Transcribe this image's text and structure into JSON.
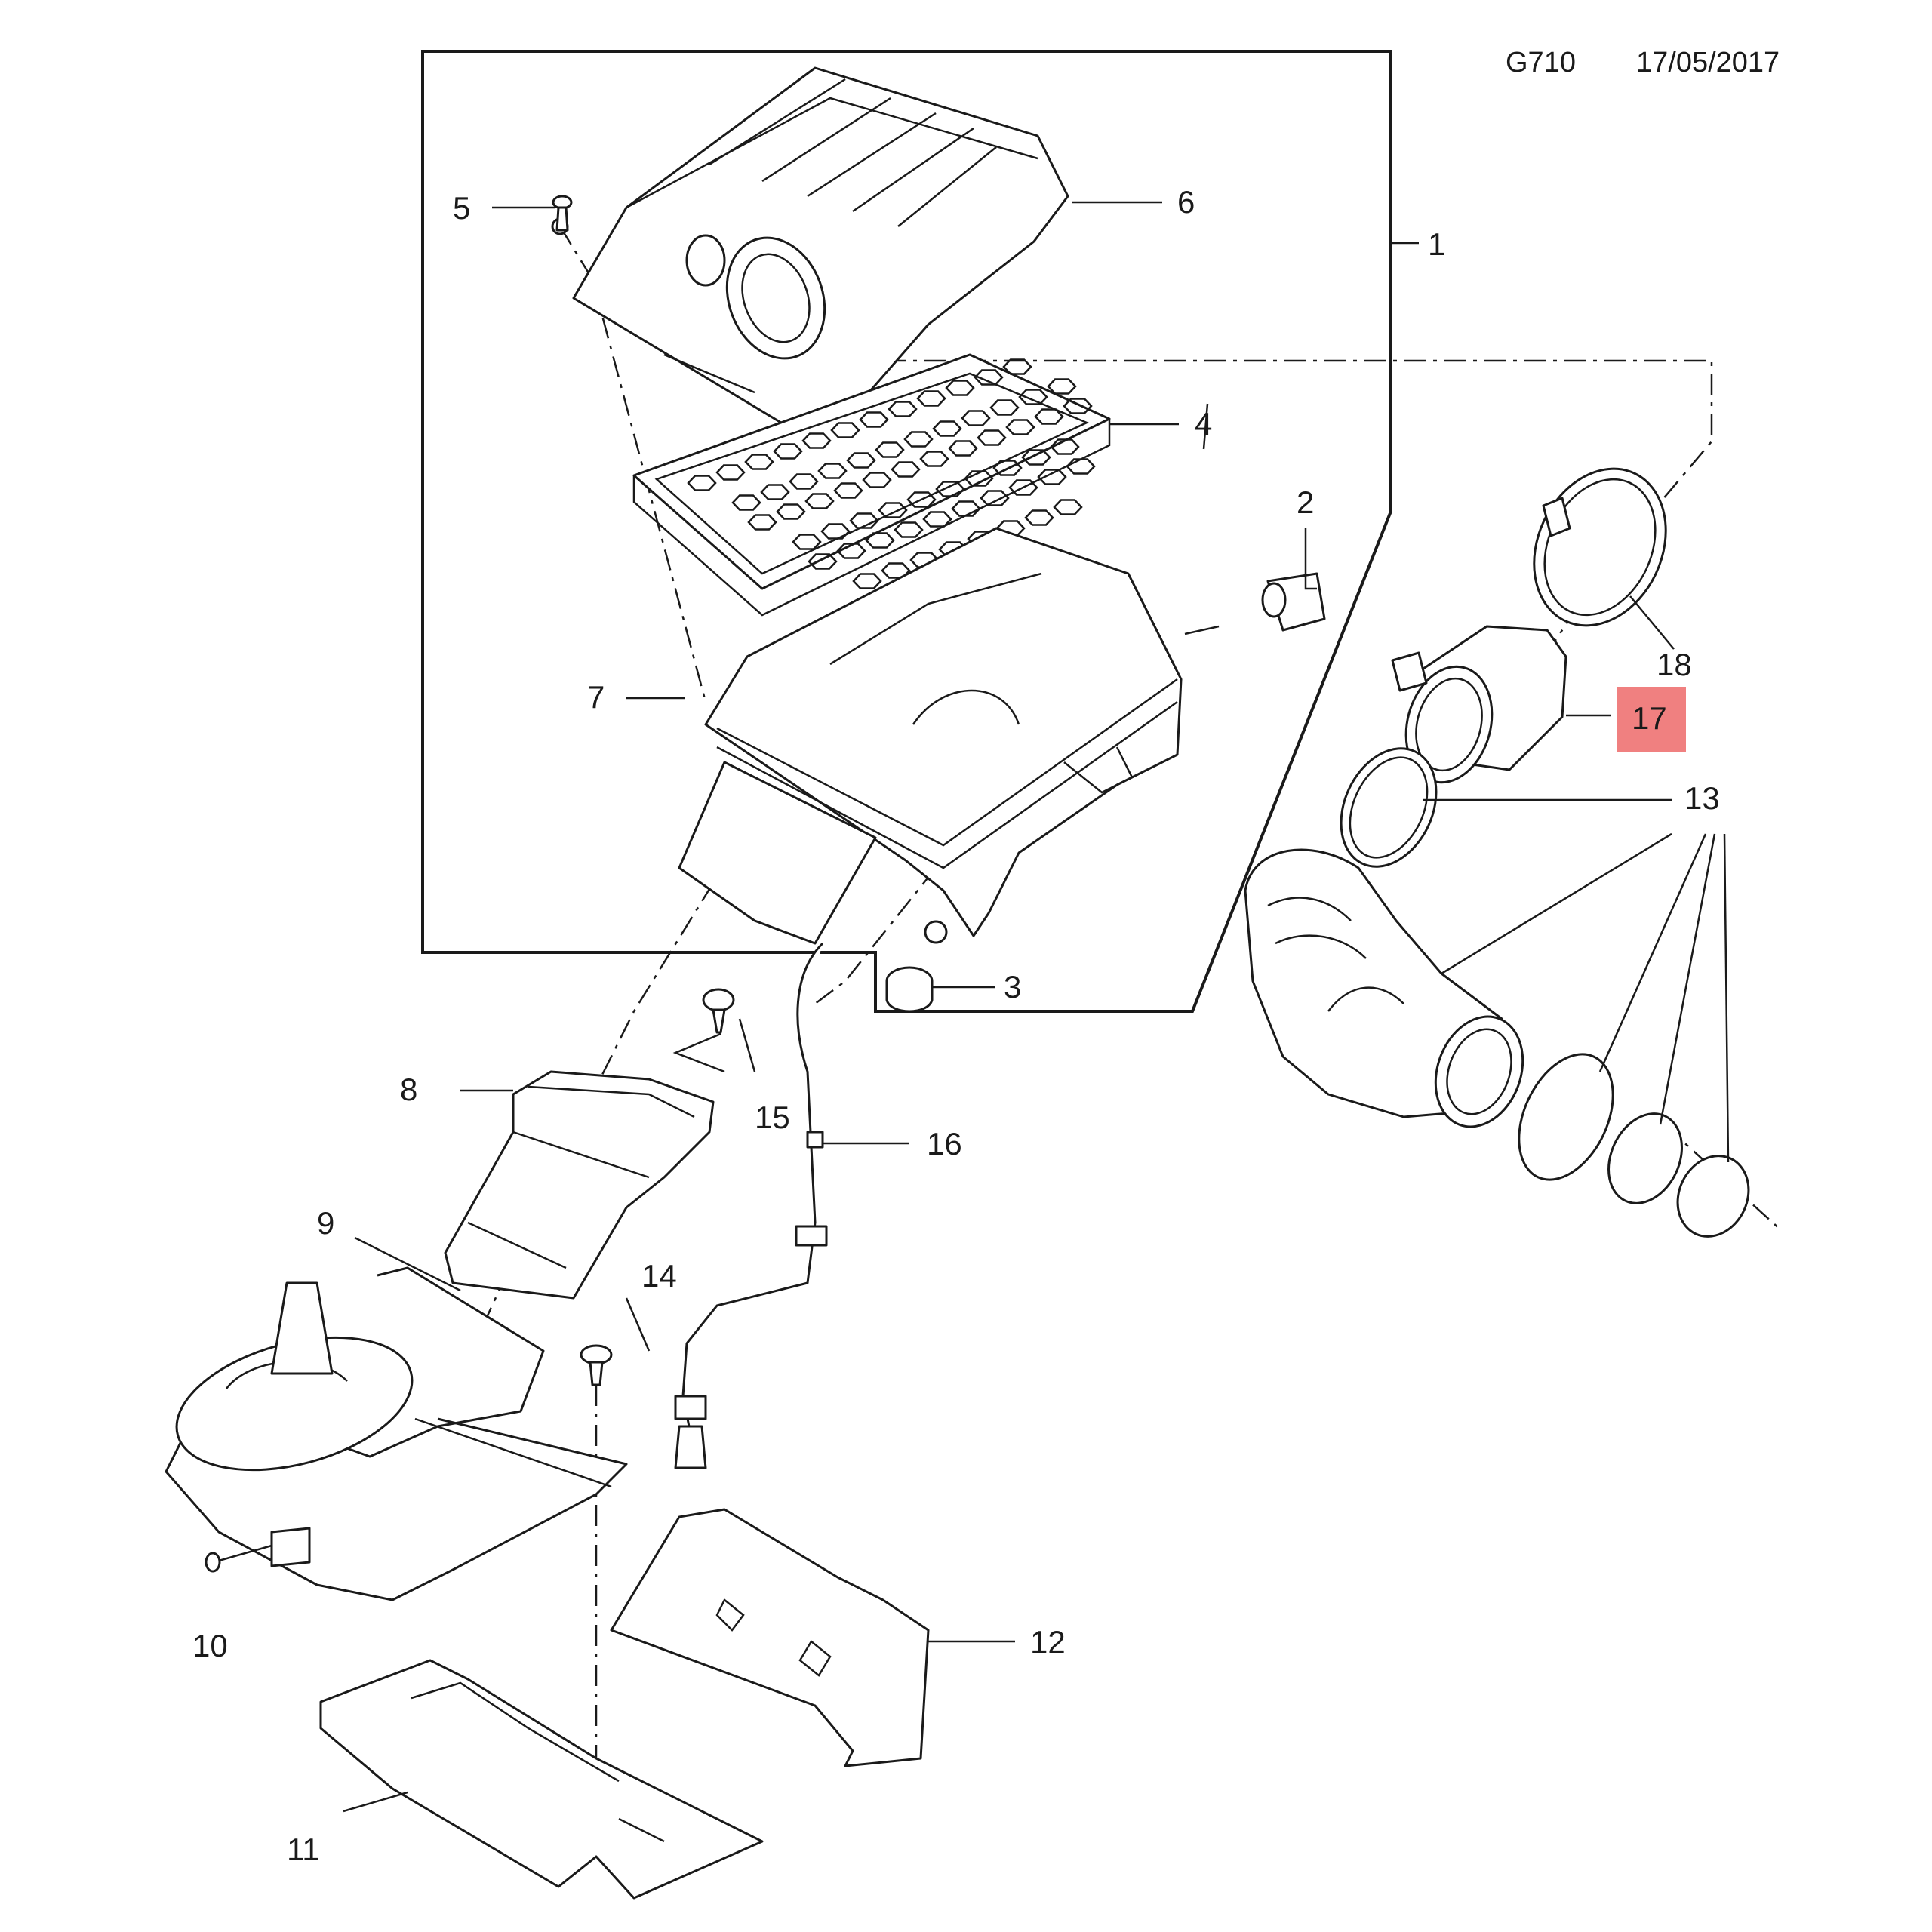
{
  "header": {
    "code": "G710",
    "date": "17/05/2017"
  },
  "callouts": [
    "1",
    "2",
    "3",
    "4",
    "5",
    "6",
    "7",
    "8",
    "9",
    "10",
    "11",
    "12",
    "13",
    "14",
    "15",
    "16",
    "17",
    "18"
  ],
  "highlight": {
    "label": "17",
    "color": "#f08080"
  },
  "colors": {
    "line": "#1a1a1a",
    "background": "#ffffff"
  }
}
